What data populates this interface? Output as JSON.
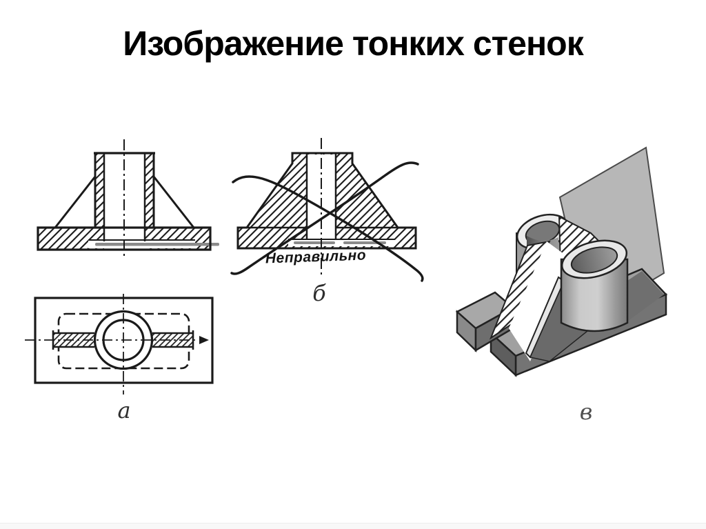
{
  "slide": {
    "title": "Изображение тонких стенок"
  },
  "figures": {
    "front_section": {
      "description": "section view with unhatched stiffening ribs (correct)"
    },
    "incorrect": {
      "label": "б",
      "annotation": "Неправильно"
    },
    "plan": {
      "label": "а"
    },
    "isometric": {
      "label": "в"
    }
  },
  "colors": {
    "ink": "#1a1a1a",
    "background": "#ffffff",
    "cutting_plane_gray": "#b7b7b7",
    "metal_light": "#cfcfcf",
    "metal_dark": "#6e6e6e"
  }
}
